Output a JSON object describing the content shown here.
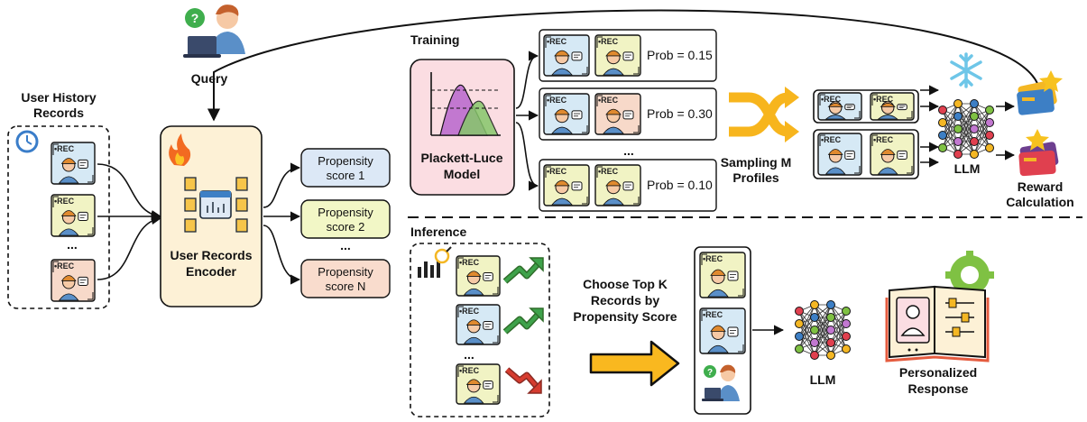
{
  "query_label": "Query",
  "history": {
    "title_line1": "User History",
    "title_line2": "Records",
    "ellipsis": "..."
  },
  "encoder": {
    "line1": "User Records",
    "line2": "Encoder"
  },
  "propensity": [
    {
      "line1": "Propensity",
      "line2": "score 1",
      "fill": "#dce8f6"
    },
    {
      "line1": "Propensity",
      "line2": "score 2",
      "fill": "#f2f7c6"
    },
    {
      "line1": "Propensity",
      "line2": "score N",
      "fill": "#f9dccd"
    }
  ],
  "propensity_ellipsis": "...",
  "training": {
    "title": "Training",
    "pl_line1": "Plackett-Luce",
    "pl_line2": "Model",
    "profiles": [
      {
        "prob": "Prob = 0.15"
      },
      {
        "prob": "Prob = 0.30"
      },
      {
        "prob": "Prob = 0.10"
      }
    ],
    "ellipsis": "...",
    "sampling_line1": "Sampling M",
    "sampling_line2": "Profiles",
    "llm": "LLM",
    "reward_line1": "Reward",
    "reward_line2": "Calculation"
  },
  "inference": {
    "title": "Inference",
    "ellipsis": "...",
    "choose_line1": "Choose Top K",
    "choose_line2": "Records by",
    "choose_line3": "Propensity Score",
    "llm": "LLM",
    "personalized_line1": "Personalized",
    "personalized_line2": "Response"
  },
  "rec_tag": "•REC",
  "colors": {
    "card_blue": "#d6e9f5",
    "card_yellow": "#f1f3c4",
    "card_peach": "#f7d9c9",
    "encoder_fill": "#fdf1d6",
    "pl_fill": "#fbdde2",
    "shuffle": "#f7b51d",
    "arrow_orange": "#f9b81f",
    "trend_up": "#3ea24a",
    "trend_down": "#d63c2f"
  },
  "icons": [
    "question-icon",
    "laptop-user-icon",
    "history-clock-icon",
    "fire-icon",
    "encoder-icon",
    "distribution-icon",
    "shuffle-icon",
    "snowflake-icon",
    "neural-net-icon",
    "credit-card-icon",
    "star-icon",
    "analytics-icon",
    "trend-up-icon",
    "trend-down-icon",
    "gear-icon",
    "profile-book-icon"
  ]
}
